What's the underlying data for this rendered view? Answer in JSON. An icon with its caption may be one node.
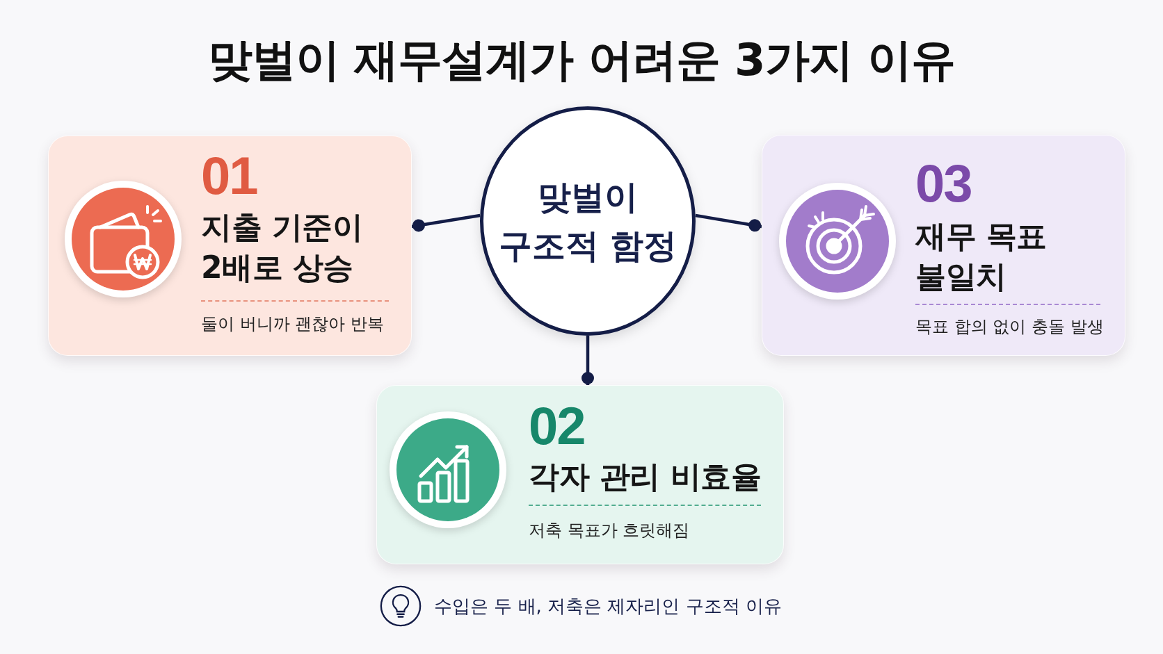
{
  "diagram": {
    "title": "맞벌이 재무설계가 어려운 3가지 이유",
    "nodes": [
      {
        "text": [
          "01",
          "지출 기준이 2배로 상승",
          "둘이 버니까 괜찮아 반복"
        ]
      },
      {
        "text": [
          "맞벌이 구조적 함정"
        ]
      },
      {
        "text": [
          "03",
          "재무 목표 불일치",
          "목표 합의 없이 충돌 발생"
        ]
      },
      {
        "text": [
          "02",
          "각자 관리 비효율",
          "저축 목표가 흐릿해짐"
        ]
      }
    ],
    "edges": [
      {
        "from": 1,
        "to": 0,
        "arrow": "other"
      },
      {
        "from": 1,
        "to": 2,
        "arrow": "other"
      },
      {
        "from": 1,
        "to": 3,
        "arrow": "other"
      }
    ],
    "caption": "수입은 두 배, 저축은 제자리인 구조적 이유"
  }
}
